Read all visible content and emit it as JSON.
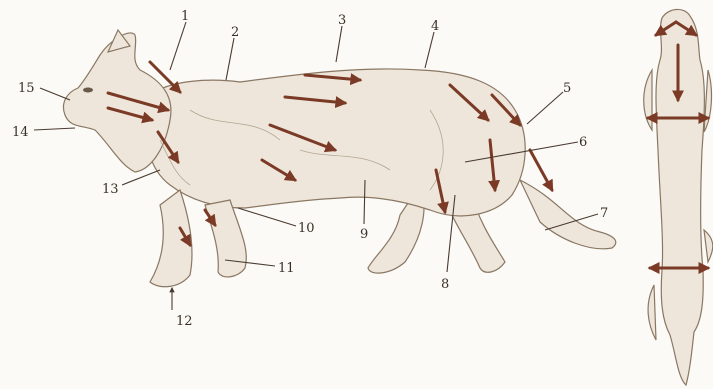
{
  "labels": [
    "1",
    "2",
    "3",
    "4",
    "5",
    "6",
    "7",
    "8",
    "9",
    "10",
    "11",
    "12",
    "13",
    "14",
    "15"
  ],
  "colors": {
    "paper": "#fbfaf6",
    "sketch": "#8a7763",
    "fur": "#eee6da",
    "arrow": "#7a3a26",
    "ink": "#3a2f26"
  }
}
